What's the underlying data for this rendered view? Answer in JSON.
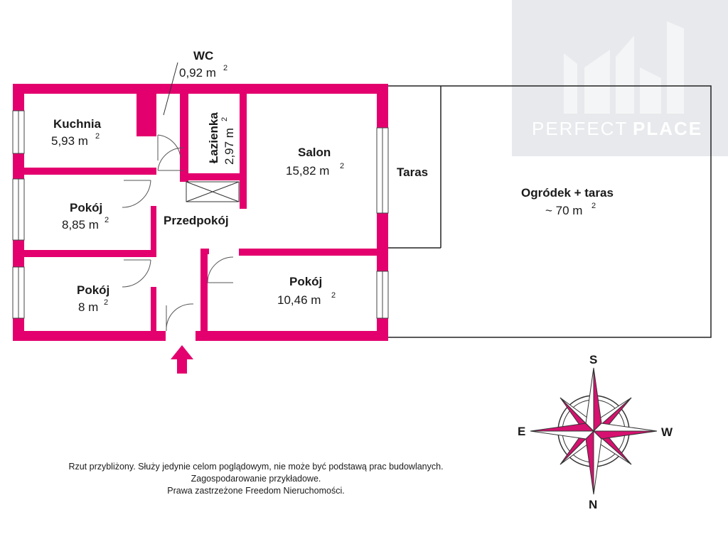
{
  "logo": {
    "text_regular": "PERFECT",
    "text_bold": "PLACE"
  },
  "rooms": {
    "wc": {
      "name": "WC",
      "area": "0,92 m",
      "exp": "2"
    },
    "kuchnia": {
      "name": "Kuchnia",
      "area": "5,93 m",
      "exp": "2"
    },
    "lazienka": {
      "name": "Łazienka",
      "area": "2,97 m",
      "exp": "2"
    },
    "salon": {
      "name": "Salon",
      "area": "15,82 m",
      "exp": "2"
    },
    "taras": {
      "name": "Taras"
    },
    "ogrodek": {
      "name": "Ogródek + taras",
      "area": "~ 70 m",
      "exp": "2"
    },
    "pokoj1": {
      "name": "Pokój",
      "area": "8,85 m",
      "exp": "2"
    },
    "przedpokoj": {
      "name": "Przedpokój"
    },
    "pokoj2": {
      "name": "Pokój",
      "area": "8 m",
      "exp": "2"
    },
    "pokoj3": {
      "name": "Pokój",
      "area": "10,46 m",
      "exp": "2"
    }
  },
  "compass": {
    "n": "N",
    "s": "S",
    "e": "E",
    "w": "W"
  },
  "disclaimer": {
    "line1": "Rzut przybliżony. Służy jedynie celom poglądowym, nie może być podstawą prac budowlanych.",
    "line2": "Zagospodarowanie przykładowe.",
    "line3": "Prawa zastrzeżone Freedom Nieruchomości."
  },
  "colors": {
    "wall": "#e3006e",
    "logo_bg": "#e7e9ec",
    "compass_fill": "#d6116f"
  }
}
